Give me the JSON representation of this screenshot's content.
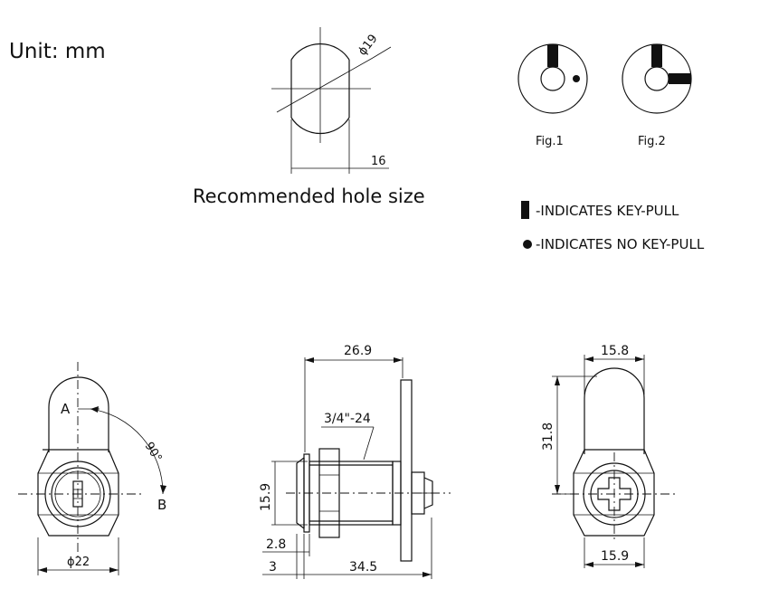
{
  "unit_label": "Unit: mm",
  "hole": {
    "caption": "Recommended hole size",
    "diameter_label": "ϕ19",
    "flat_label": "16"
  },
  "figures": {
    "fig1_label": "Fig.1",
    "fig2_label": "Fig.2"
  },
  "legend": {
    "key_pull": "-INDICATES KEY-PULL",
    "no_key_pull": "-INDICATES NO KEY-PULL"
  },
  "front_view": {
    "point_a": "A",
    "point_b": "B",
    "angle_label": "90°",
    "diameter_label": "ϕ22"
  },
  "side_view": {
    "top_dim": "26.9",
    "thread_label": "3/4\"-24",
    "height_dim": "15.9",
    "flange_dim": "2.8",
    "offset_dim": "3",
    "length_dim": "34.5"
  },
  "back_view": {
    "top_dim": "15.8",
    "height_dim": "31.8",
    "bottom_dim": "15.9"
  }
}
